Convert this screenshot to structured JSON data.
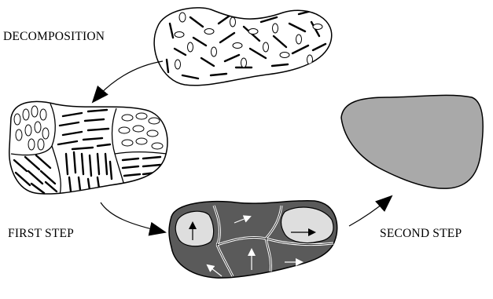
{
  "labels": {
    "decomposition": "DECOMPOSITION",
    "first_step": "FIRST STEP",
    "second_step": "SECOND STEP"
  },
  "colors": {
    "stroke": "#000000",
    "light_region": "#dedede",
    "dark_region": "#5a5a5a",
    "final_region": "#a9a9a9",
    "background": "#ffffff"
  }
}
